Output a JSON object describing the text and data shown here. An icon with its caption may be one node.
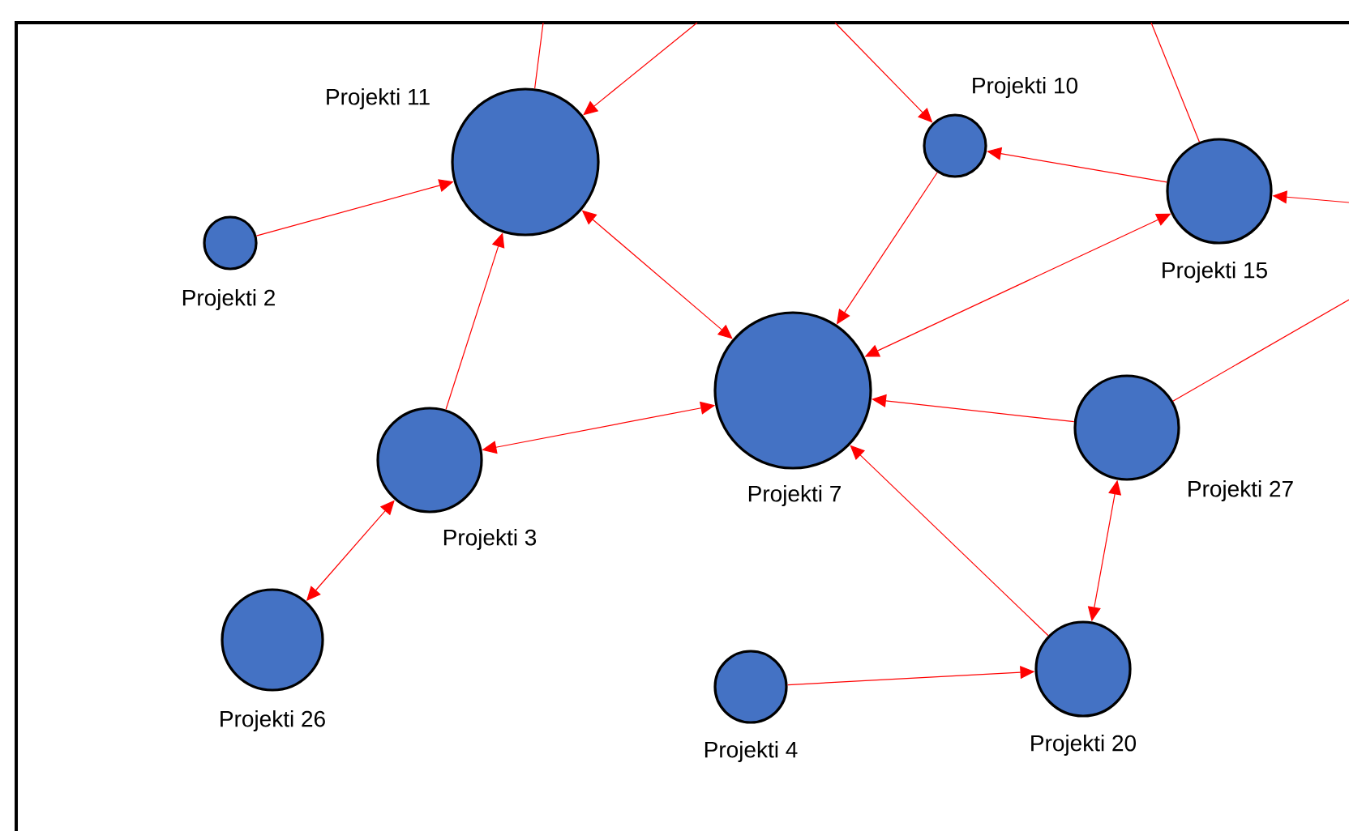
{
  "diagram": {
    "nodes": [
      {
        "text": [
          "Projekti 11"
        ]
      },
      {
        "text": [
          "Projekti 10"
        ]
      },
      {
        "text": [
          "Projekti 2"
        ]
      },
      {
        "text": [
          "Projekti 15"
        ]
      },
      {
        "text": [
          "Projekti 7"
        ]
      },
      {
        "text": [
          "Projekti 3"
        ]
      },
      {
        "text": [
          "Projekti 27"
        ]
      },
      {
        "text": [
          "Projekti 26"
        ]
      },
      {
        "text": [
          "Projekti 4"
        ]
      },
      {
        "text": [
          "Projekti 20"
        ]
      }
    ],
    "edges": [
      {
        "from": null,
        "to": 0,
        "arrow": "none"
      },
      {
        "from": null,
        "to": 0,
        "arrow": "to"
      },
      {
        "from": null,
        "to": 1,
        "arrow": "to"
      },
      {
        "from": null,
        "to": 3,
        "arrow": "none"
      },
      {
        "from": null,
        "to": 3,
        "arrow": "to"
      },
      {
        "from": null,
        "to": 6,
        "arrow": "none"
      },
      {
        "from": 2,
        "to": 0,
        "arrow": "to"
      },
      {
        "from": 5,
        "to": 0,
        "arrow": "to"
      },
      {
        "from": 0,
        "to": 4,
        "arrow": "both"
      },
      {
        "from": 1,
        "to": 4,
        "arrow": "to"
      },
      {
        "from": 3,
        "to": 1,
        "arrow": "to"
      },
      {
        "from": 4,
        "to": 3,
        "arrow": "both"
      },
      {
        "from": 5,
        "to": 4,
        "arrow": "both"
      },
      {
        "from": 6,
        "to": 4,
        "arrow": "to"
      },
      {
        "from": 9,
        "to": 4,
        "arrow": "to"
      },
      {
        "from": 6,
        "to": 9,
        "arrow": "both"
      },
      {
        "from": 8,
        "to": 9,
        "arrow": "to"
      },
      {
        "from": 7,
        "to": 5,
        "arrow": "both"
      }
    ]
  }
}
